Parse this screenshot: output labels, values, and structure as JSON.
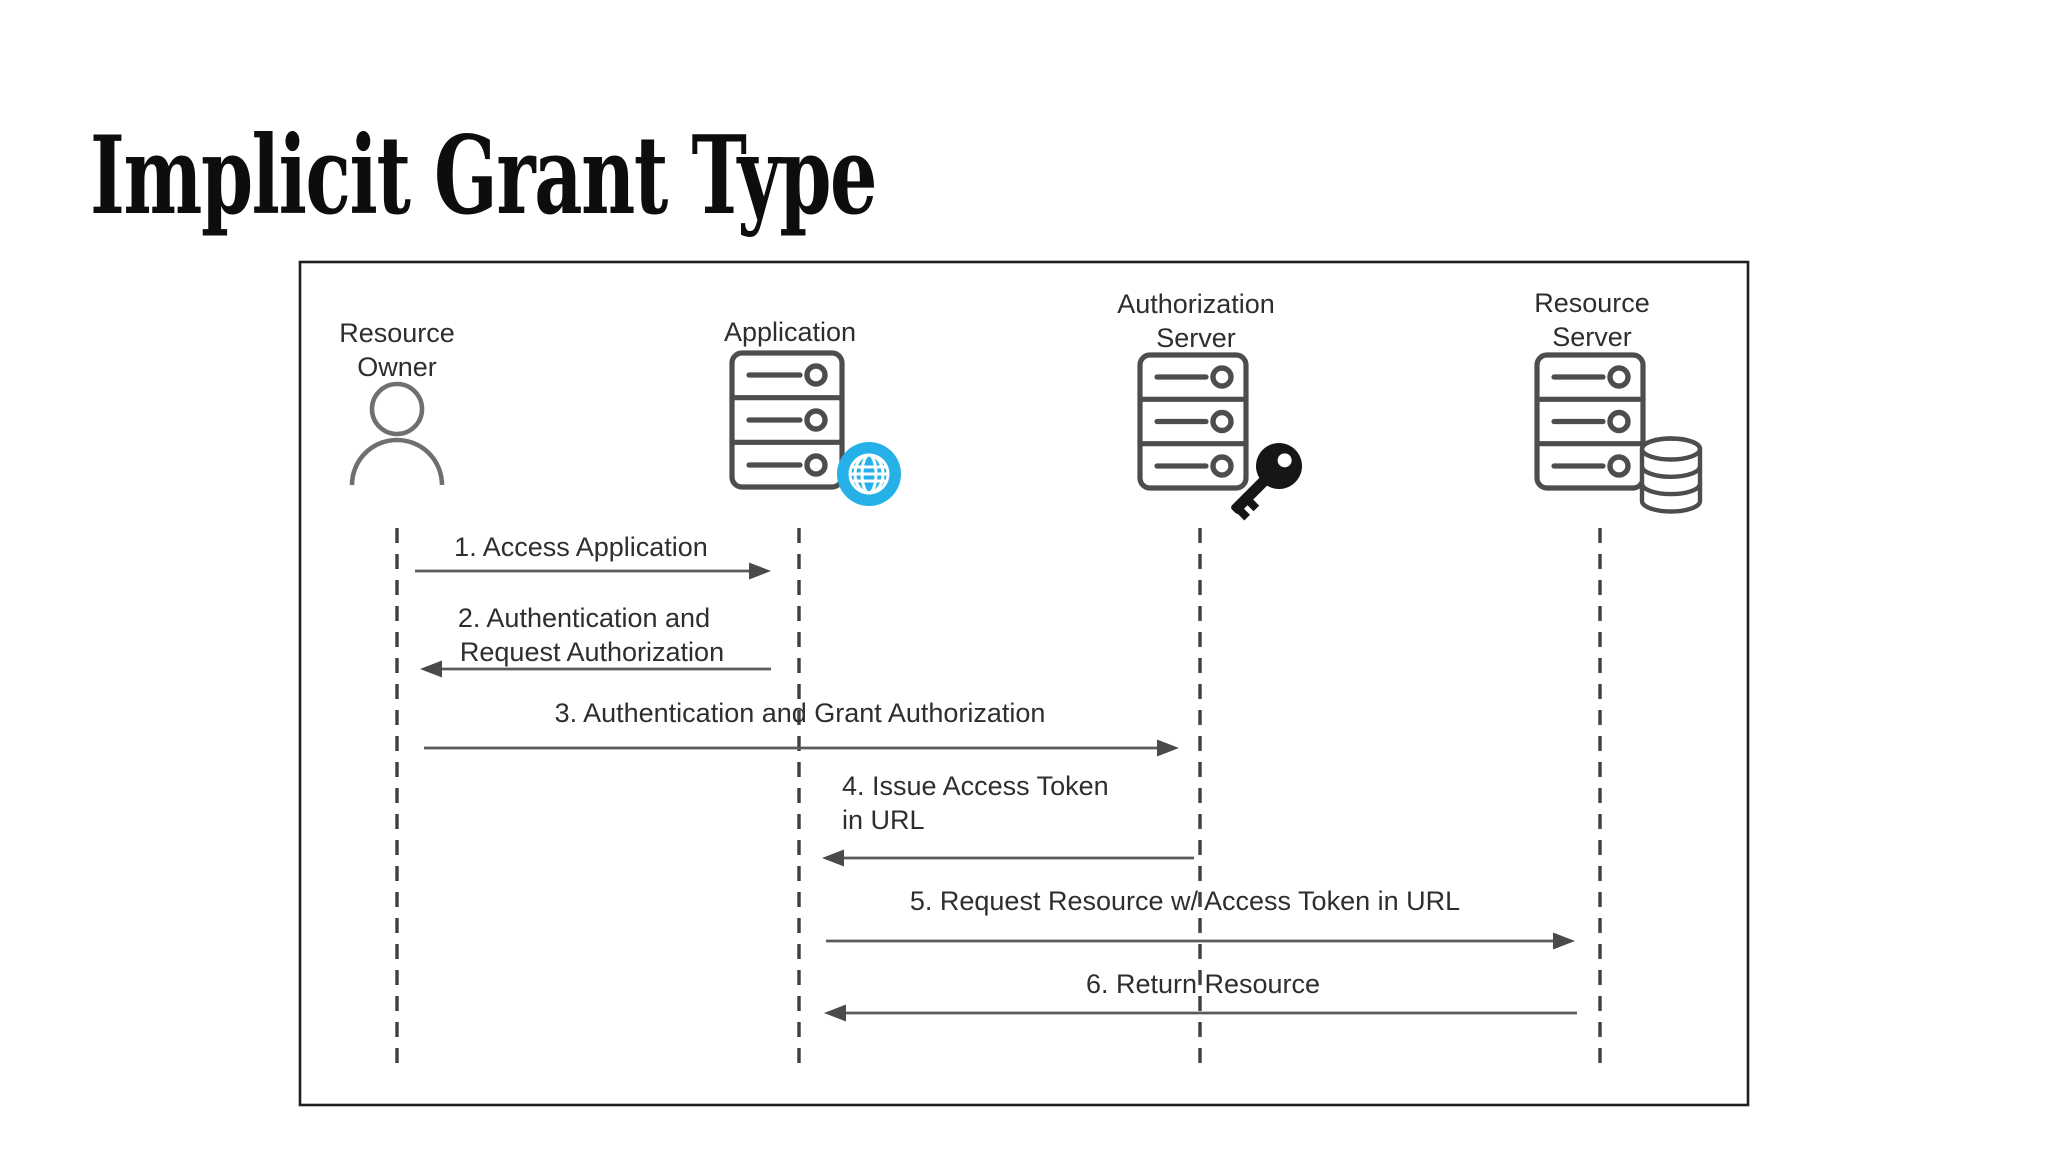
{
  "page": {
    "title": "Implicit Grant Type",
    "background": "#ffffff"
  },
  "diagram": {
    "type": "sequence",
    "actors": [
      {
        "name": "Resource Owner",
        "icon": "person",
        "label_lines": [
          "Resource",
          "Owner"
        ]
      },
      {
        "name": "Application",
        "icon": "server",
        "badge": "globe",
        "label_lines": [
          "Application"
        ]
      },
      {
        "name": "Authorization Server",
        "icon": "server",
        "badge": "key",
        "label_lines": [
          "Authorization",
          "Server"
        ]
      },
      {
        "name": "Resource Server",
        "icon": "server",
        "badge": "database",
        "label_lines": [
          "Resource",
          "Server"
        ]
      }
    ],
    "messages": [
      {
        "step": "1",
        "from": "Resource Owner",
        "to": "Application",
        "direction": "right",
        "label_lines": [
          "1. Access Application"
        ]
      },
      {
        "step": "2",
        "from": "Application",
        "to": "Resource Owner",
        "direction": "left",
        "label_lines": [
          "2. Authentication and",
          "Request Authorization"
        ]
      },
      {
        "step": "3",
        "from": "Resource Owner",
        "to": "Authorization Server",
        "direction": "right",
        "label_lines": [
          "3. Authentication and Grant Authorization"
        ]
      },
      {
        "step": "4",
        "from": "Authorization Server",
        "to": "Application",
        "direction": "left",
        "label_lines": [
          "4. Issue Access Token",
          "in URL"
        ]
      },
      {
        "step": "5",
        "from": "Application",
        "to": "Resource Server",
        "direction": "right",
        "label_lines": [
          "5. Request Resource w/ Access Token in URL"
        ]
      },
      {
        "step": "6",
        "from": "Resource Server",
        "to": "Application",
        "direction": "left",
        "label_lines": [
          "6. Return Resource"
        ]
      }
    ],
    "colors": {
      "globe_badge_blue": "#25b1e7",
      "icon_stroke": "#4d4d4d",
      "person_stroke": "#6f6f6f",
      "key_fill": "#161616",
      "arrow": "#555555",
      "lifeline": "#3f3f3f",
      "label_text": "#2e2e2e",
      "frame_border": "#1f1f1f"
    }
  }
}
